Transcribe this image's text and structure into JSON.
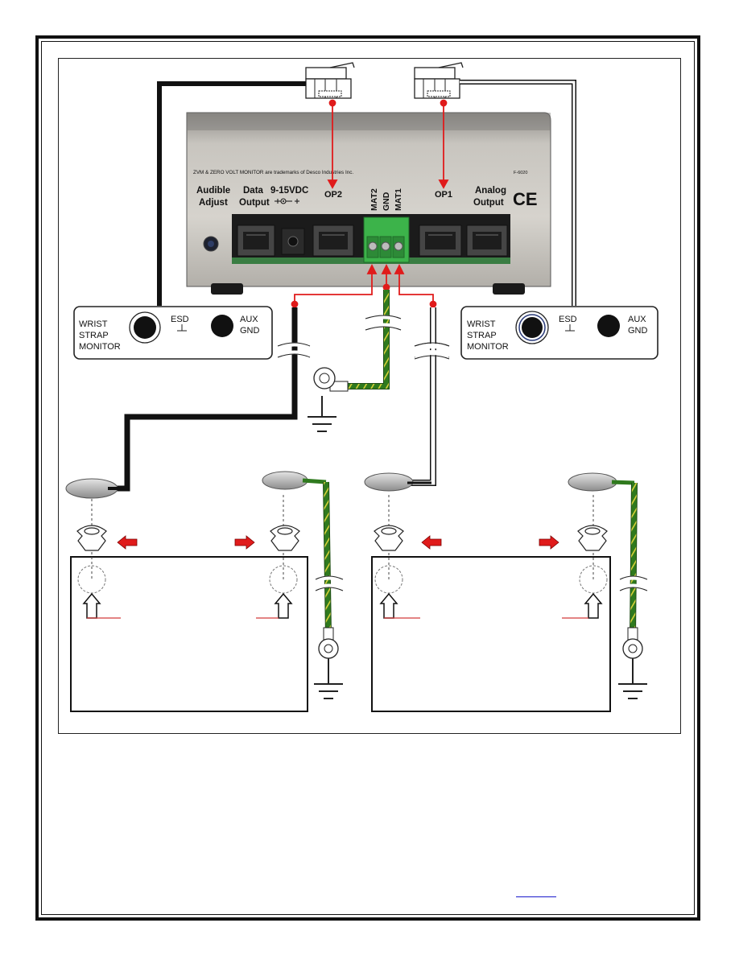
{
  "monitor_panel": {
    "trademark": "ZVM & ZERO VOLT MONITOR are trademarks of Desco Industries Inc.",
    "part_number": "F-6020",
    "audible_adjust": [
      "Audible",
      "Adjust"
    ],
    "data_output": [
      "Data",
      "Output"
    ],
    "power": "9-15VDC",
    "op2": "OP2",
    "mat2": "MAT2",
    "gnd": "GND",
    "mat1": "MAT1",
    "op1": "OP1",
    "analog_output": [
      "Analog",
      "Output"
    ],
    "ce_mark": "CE"
  },
  "wrist_strap_monitor_left": {
    "label": [
      "WRIST",
      "STRAP",
      "MONITOR"
    ],
    "esd": "ESD",
    "aux_gnd": [
      "AUX",
      "GND"
    ]
  },
  "wrist_strap_monitor_right": {
    "label": [
      "WRIST",
      "STRAP",
      "MONITOR"
    ],
    "esd": "ESD",
    "aux_gnd": [
      "AUX",
      "GND"
    ]
  },
  "colors": {
    "cable_black": "#111111",
    "cable_green": "#2f7a1e",
    "cable_yellow": "#e8e23a",
    "signal_red": "#e01b1b",
    "terminal_green": "#3cb34a",
    "panel_steel": "#c9c6c0"
  },
  "icons": [
    "rj-plug-icon",
    "ground-symbol-icon",
    "snap-fastener-icon",
    "ring-terminal-icon",
    "arrow-up-icon",
    "arrow-left-icon",
    "arrow-right-icon"
  ]
}
